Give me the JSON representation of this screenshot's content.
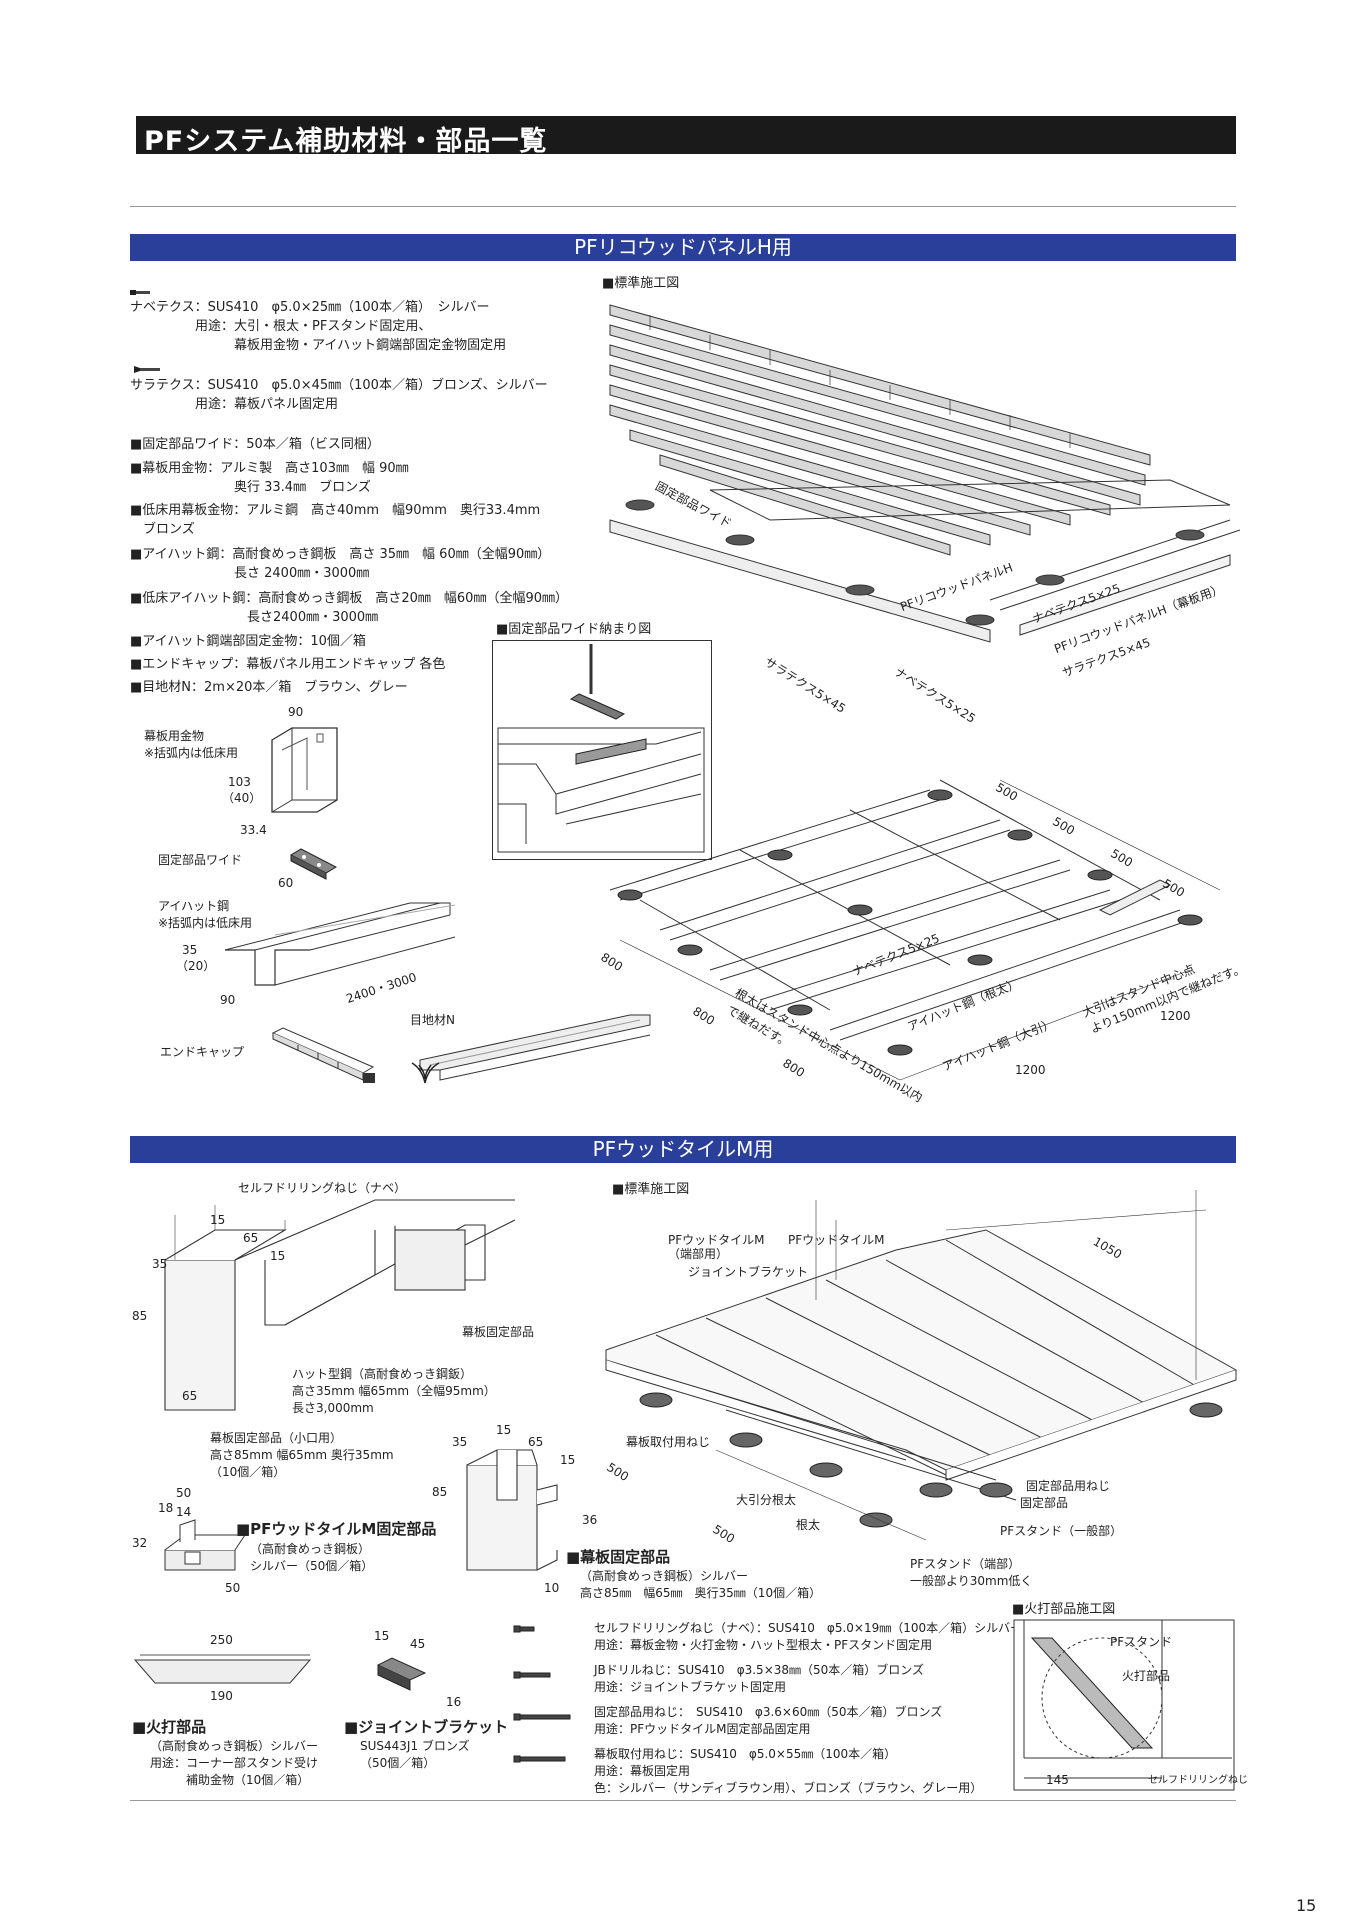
{
  "page_title": "PFシステム補助材料・部品一覧",
  "page_number": "15",
  "section1": {
    "header": "PFリコウッドパネルH用",
    "nabe": [
      "ナベテクス：SUS410　φ5.0×25㎜（100本／箱）　シルバー",
      "　　　　　用途：大引・根太・PFスタンド固定用、",
      "　　　　　　　　幕板用金物・アイハット鋼端部固定金物固定用"
    ],
    "sara": [
      "サラテクス：SUS410　φ5.0×45㎜（100本／箱）ブロンズ、シルバー",
      "　　　　　用途：幕板パネル固定用"
    ],
    "list": [
      "■固定部品ワイド：50本／箱（ビス同梱）",
      "■幕板用金物：アルミ製　高さ103㎜　幅 90㎜",
      "　　　　　　　　奥行 33.4㎜　ブロンズ",
      "■低床用幕板金物：アルミ鋼　高さ40mm　幅90mm　奥行33.4mm",
      "　ブロンズ",
      "■アイハット鋼：高耐食めっき鋼板　高さ 35㎜　幅 60㎜（全幅90㎜）",
      "　　　　　　　　長さ 2400㎜・3000㎜",
      "■低床アイハット鋼：高耐食めっき鋼板　高さ20㎜　幅60㎜（全幅90㎜）",
      "　　　　　　　　　長さ2400㎜・3000㎜",
      "■アイハット鋼端部固定金物：10個／箱",
      "■エンドキャップ：幕板パネル用エンドキャップ 各色",
      "■目地材N：2m×20本／箱　ブラウン、グレー"
    ],
    "std_label": "■標準施工図",
    "wide_label": "■固定部品ワイド納まり図",
    "parts": {
      "makuita": "幕板用金物",
      "makuita_note": "※括弧内は低床用",
      "dim_90": "90",
      "dim_103": "103",
      "dim_40": "（40）",
      "dim_334": "33.4",
      "wide": "固定部品ワイド",
      "dim_60": "60",
      "ihat": "アイハット鋼",
      "ihat_note": "※括弧内は低床用",
      "dim_35": "35",
      "dim_20": "（20）",
      "dim_90b": "90",
      "dim_len": "2400・3000",
      "mejizai": "目地材N",
      "endcap": "エンドキャップ"
    },
    "diagram_labels": {
      "wide_rot": "固定部品ワイド",
      "panelh": "PFリコウッドパネルH",
      "nabe25a": "ナベテクス5×25",
      "panelh_maku": "PFリコウッドパネルH（幕板用）",
      "sara45a": "サラテクス5×45",
      "sara45b": "サラテクス5×45",
      "nabe25b": "ナベテクス5×25",
      "d500a": "500",
      "d500b": "500",
      "d500c": "500",
      "d500d": "500",
      "d800a": "800",
      "d800b": "800",
      "d800c": "800",
      "nabe25c": "ナベテクス5×25",
      "ihat_neta": "アイハット鋼（根太）",
      "ihat_obiki": "アイハット鋼（大引）",
      "neta_note": "根太はスタンド中心点より150mm以内",
      "neta_note2": "で継ねだす。",
      "obiki_note": "大引はスタンド中心点",
      "obiki_note2": "より150mm以内で継ねだす。",
      "d1200a": "1200",
      "d1200b": "1200"
    }
  },
  "section2": {
    "header": "PFウッドタイルM用",
    "std_label": "■標準施工図",
    "self_drill": "セルフドリリングねじ（ナベ）",
    "makuita_kotei": "幕板固定部品",
    "hat": [
      "ハット型鋼（高耐食めっき鋼鈑）",
      "高さ35mm 幅65mm（全幅95mm）",
      "長さ3,000mm"
    ],
    "koguchi": [
      "幕板固定部品（小口用）",
      "高さ85mm 幅65mm 奥行35mm",
      "（10個／箱）"
    ],
    "dims_left": {
      "d15a": "15",
      "d65a": "65",
      "d15b": "15",
      "d35": "35",
      "d85": "85",
      "d65b": "65"
    },
    "dims_mid": {
      "d35": "35",
      "d15a": "15",
      "d65": "65",
      "d15b": "15",
      "d85": "85",
      "d36": "36",
      "d10": "10"
    },
    "kotei_title": "■PFウッドタイルM固定部品",
    "kotei_sub": [
      "（高耐食めっき鋼板）",
      "シルバー（50個／箱）"
    ],
    "kotei_dims": {
      "d50": "50",
      "d18": "18",
      "d14": "14",
      "d32": "32",
      "d50b": "50"
    },
    "maku_title": "■幕板固定部品",
    "maku_sub": [
      "（高耐食めっき鋼板）シルバー",
      "高さ85㎜　幅65㎜　奥行35㎜（10個／箱）"
    ],
    "diagram_labels": {
      "tile_edge": "PFウッドタイルM",
      "tile_edge2": "（端部用）",
      "tile": "PFウッドタイルM",
      "joint": "ジョイントブラケット",
      "d1050": "1050",
      "makuita_neji": "幕板取付用ねじ",
      "obiki_neta": "大引分根太",
      "neta": "根太",
      "kotei_neji": "固定部品用ねじ",
      "kotei_buhin": "固定部品",
      "stand": "PFスタンド（一般部）",
      "stand_edge": "PFスタンド（端部）",
      "stand_edge2": "一般部より30mm低く",
      "d500a": "500",
      "d500b": "500"
    },
    "hiuchi": {
      "title": "■火打部品",
      "sub": [
        "（高耐食めっき鋼板）シルバー",
        "用途：コーナー部スタンド受け",
        "　　　補助金物（10個／箱）"
      ],
      "d250": "250",
      "d190": "190"
    },
    "joint": {
      "title": "■ジョイントブラケット",
      "sub": [
        "SUS443J1 ブロンズ",
        "（50個／箱）"
      ],
      "d15": "15",
      "d45": "45",
      "d16": "16"
    },
    "screws": [
      [
        "セルフドリリングねじ（ナベ）：SUS410　φ5.0×19㎜（100本／箱）シルバー",
        "用途：幕板金物・火打金物・ハット型根太・PFスタンド固定用"
      ],
      [
        "JBドリルねじ：SUS410　φ3.5×38㎜（50本／箱）ブロンズ",
        "用途：ジョイントブラケット固定用"
      ],
      [
        "固定部品用ねじ：　SUS410　φ3.6×60㎜（50本／箱）ブロンズ",
        "用途：PFウッドタイルM固定部品固定用"
      ],
      [
        "幕板取付用ねじ：SUS410　φ5.0×55㎜（100本／箱）",
        "用途：幕板固定用",
        "色：シルバー（サンディブラウン用）、ブロンズ（ブラウン、グレー用）"
      ]
    ],
    "hiuchi_diag": {
      "title": "■火打部品施工図",
      "stand": "PFスタンド",
      "hiuchi": "火打部品",
      "d145": "145",
      "self": "セルフドリリングねじ"
    }
  }
}
